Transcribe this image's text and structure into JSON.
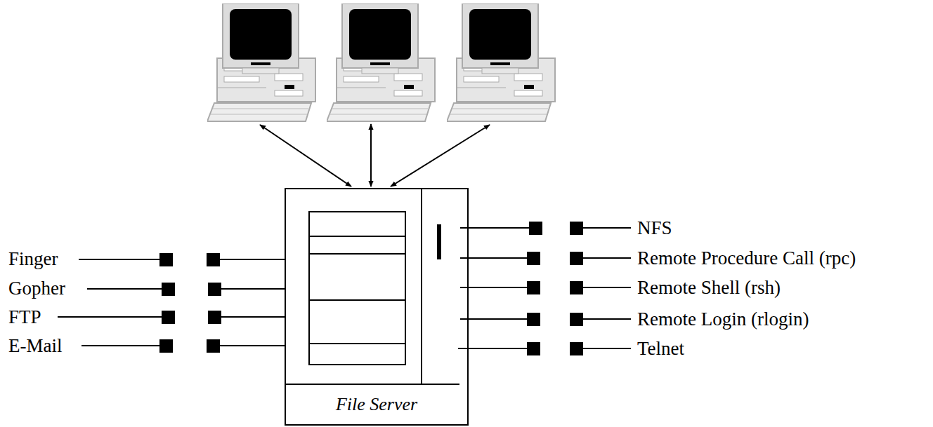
{
  "diagram": {
    "nodes": [
      {
        "text": [
          "File Server"
        ]
      }
    ],
    "labels": [
      "Finger",
      "Gopher",
      "FTP",
      "E-Mail",
      "NFS",
      "Remote Procedure Call (rpc)",
      "Remote Shell (rsh)",
      "Remote Login (rlogin)",
      "Telnet"
    ]
  }
}
